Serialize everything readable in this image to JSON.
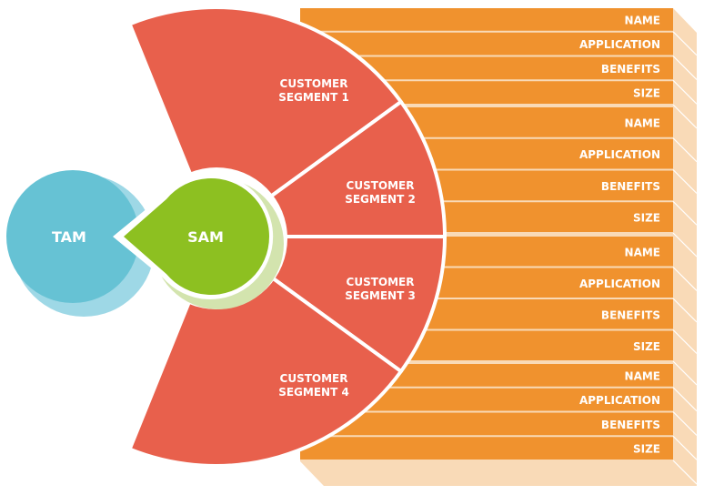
{
  "colors": {
    "tam": "#66C2D4",
    "tam_shadow": "#9ED8E6",
    "sam": "#8DC021",
    "sam_shadow": "#D3E4AE",
    "segment": "#E8604C",
    "row": "#F0922E",
    "row_shadow": "#F9DAB7",
    "divider": "#FFFFFF"
  },
  "tam": {
    "label": "TAM"
  },
  "sam": {
    "label": "SAM"
  },
  "segments": [
    {
      "line1": "CUSTOMER",
      "line2": "SEGMENT 1"
    },
    {
      "line1": "CUSTOMER",
      "line2": "SEGMENT 2"
    },
    {
      "line1": "CUSTOMER",
      "line2": "SEGMENT 3"
    },
    {
      "line1": "CUSTOMER",
      "line2": "SEGMENT 4"
    }
  ],
  "attribute_groups": [
    {
      "segment": "CUSTOMER SEGMENT 1",
      "rows": [
        "NAME",
        "APPLICATION",
        "BENEFITS",
        "SIZE"
      ]
    },
    {
      "segment": "CUSTOMER SEGMENT 2",
      "rows": [
        "NAME",
        "APPLICATION",
        "BENEFITS",
        "SIZE"
      ]
    },
    {
      "segment": "CUSTOMER SEGMENT 3",
      "rows": [
        "NAME",
        "APPLICATION",
        "BENEFITS",
        "SIZE"
      ]
    },
    {
      "segment": "CUSTOMER SEGMENT 4",
      "rows": [
        "NAME",
        "APPLICATION",
        "BENEFITS",
        "SIZE"
      ]
    }
  ]
}
